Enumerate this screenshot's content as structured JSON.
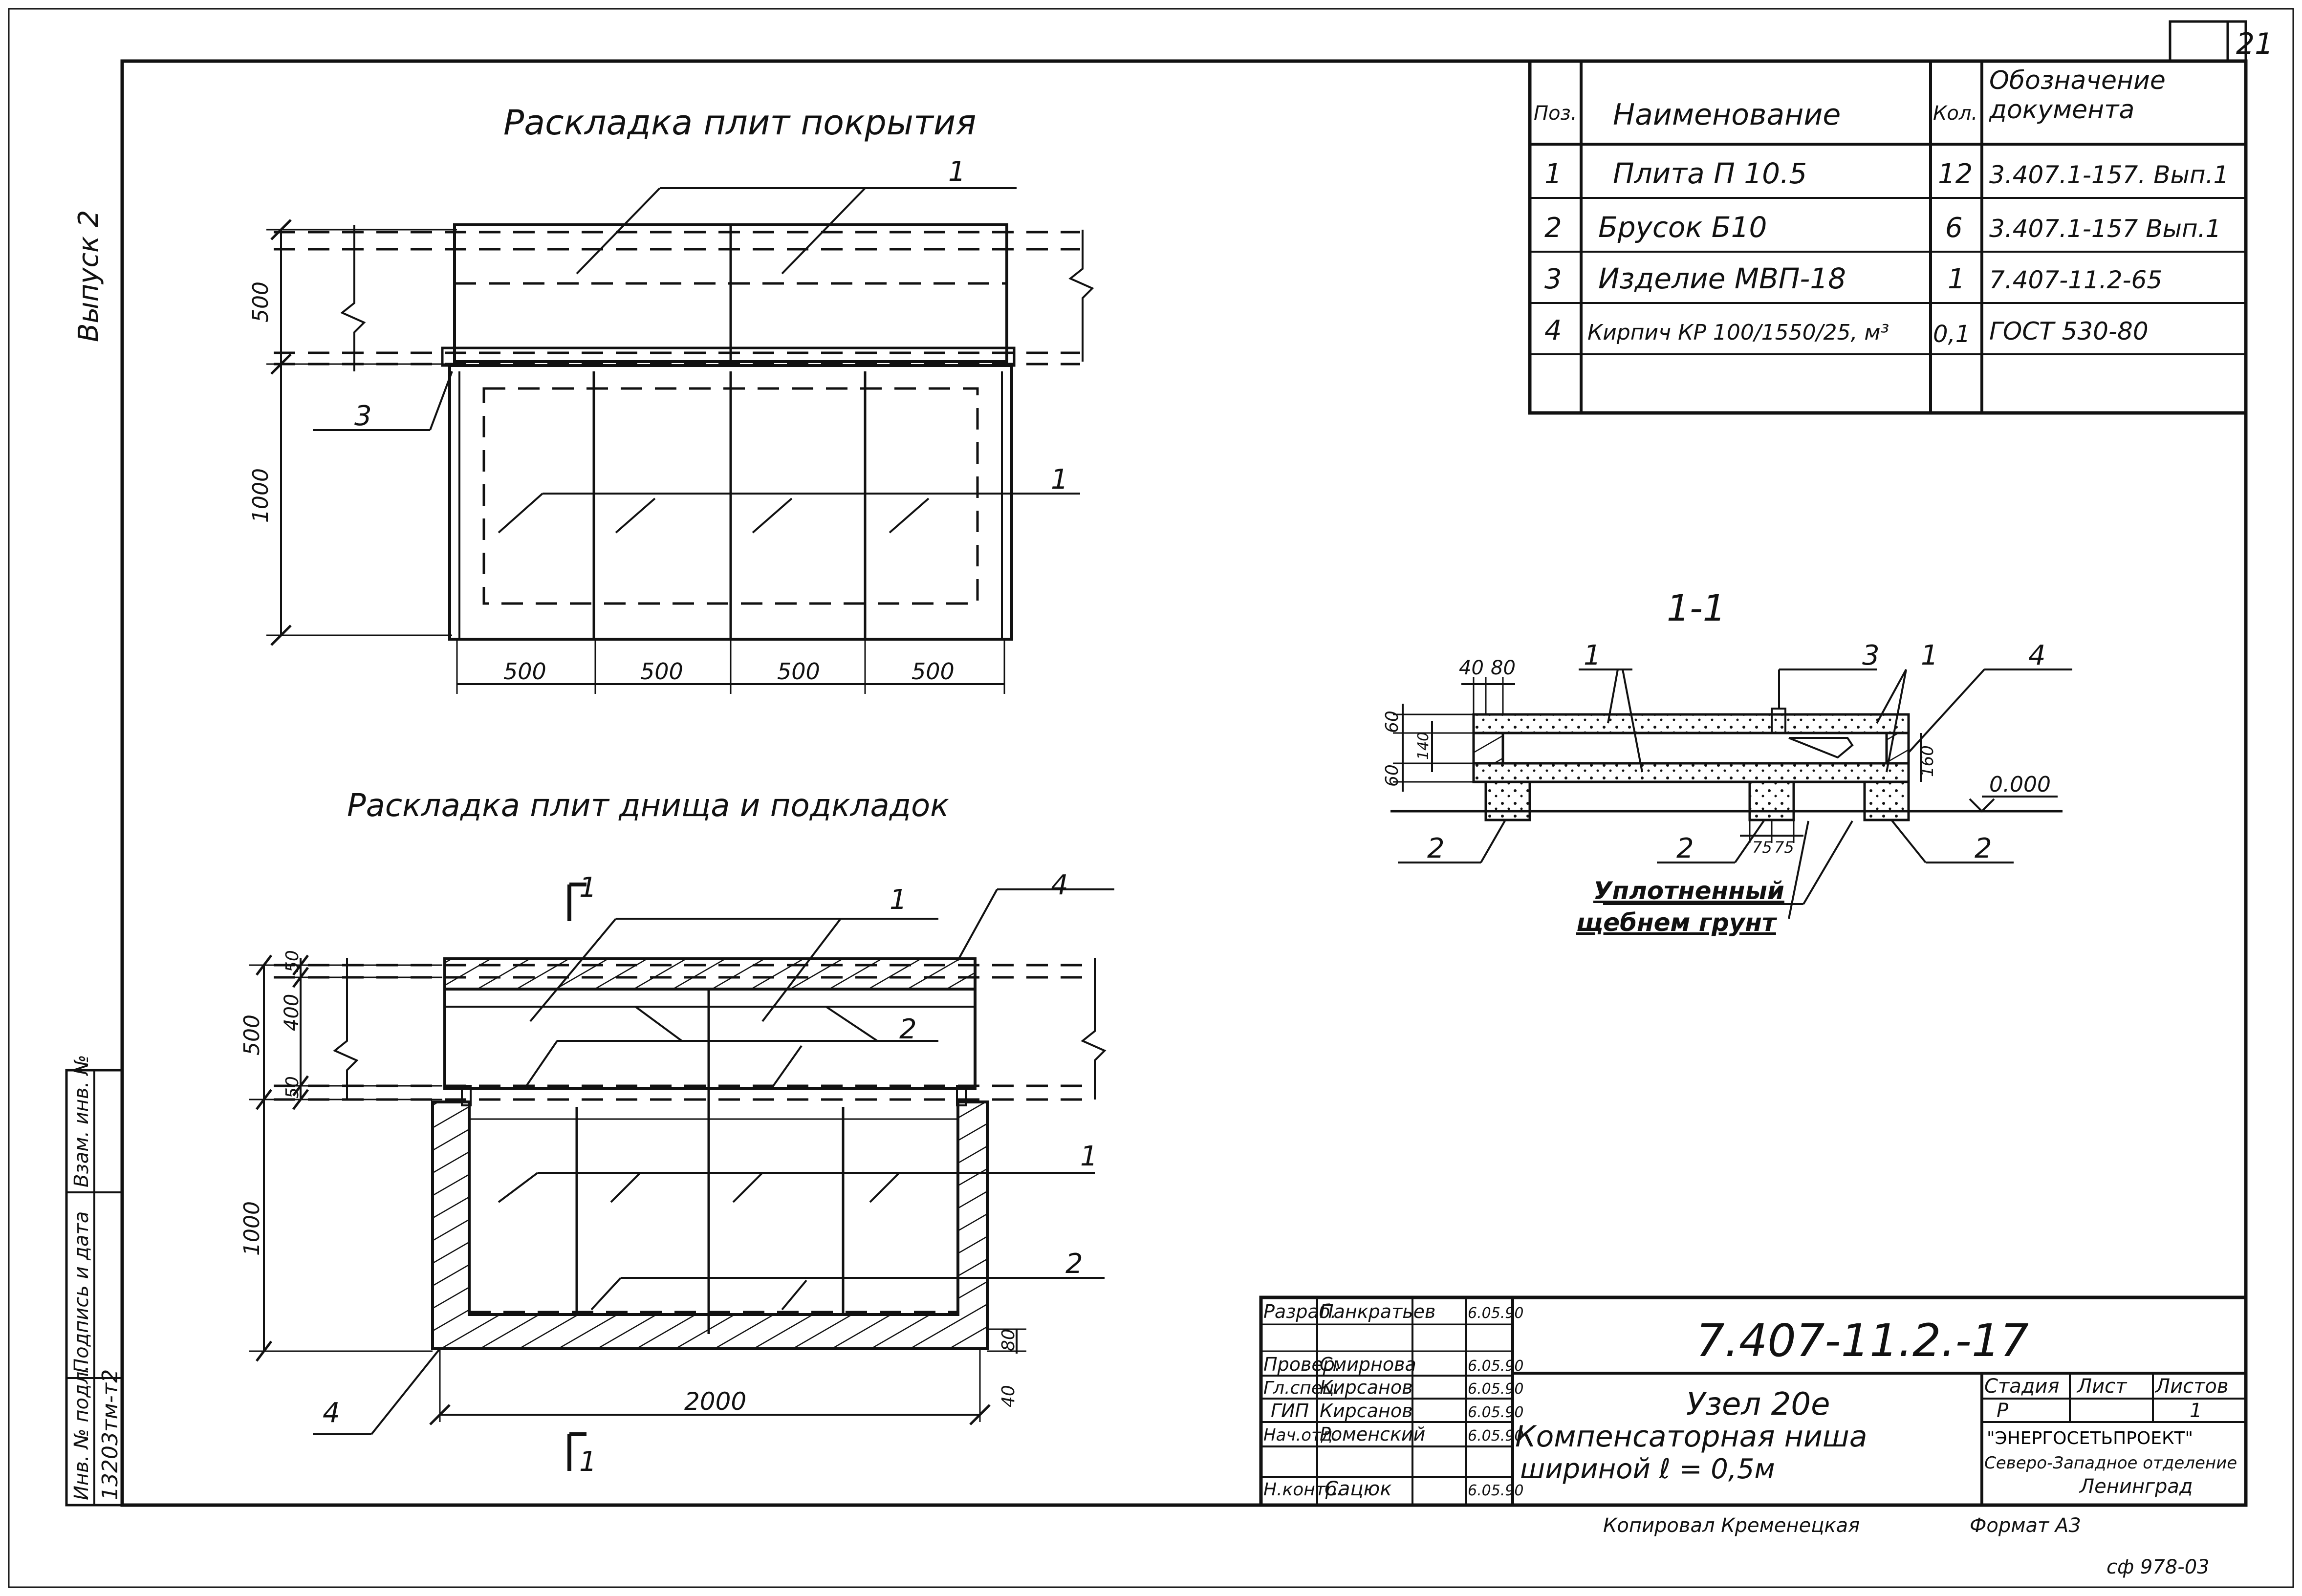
{
  "sheet_number": "21",
  "side_issue_label": "Выпуск 2",
  "plan_top": {
    "title": "Раскладка плит покрытия",
    "dims": {
      "height_upper": "500",
      "height_lower": "1000",
      "widths": [
        "500",
        "500",
        "500",
        "500"
      ]
    },
    "callouts": [
      "1",
      "3",
      "1"
    ]
  },
  "plan_bottom": {
    "title": "Раскладка плит днища и подкладок",
    "dims": {
      "h1": "50",
      "h2": "400",
      "h3": "50",
      "h_total": "500",
      "h_lower": "1000",
      "width": "2000",
      "bottom_1": "80",
      "bottom_2": "40"
    },
    "callouts": [
      "1",
      "4",
      "2",
      "1",
      "2",
      "4"
    ],
    "section_marks": [
      "1",
      "1"
    ]
  },
  "section": {
    "title": "1-1",
    "dims": {
      "d1": "40",
      "d2": "80",
      "v1": "60",
      "v2": "140",
      "v3": "60",
      "v4": "160",
      "b1": "75",
      "b2": "75",
      "level": "0.000"
    },
    "callouts": [
      "1",
      "3",
      "1",
      "4",
      "2",
      "2",
      "2"
    ],
    "note_line1": "Уплотненный",
    "note_line2": "щебнем грунт"
  },
  "spec_table": {
    "headers": [
      "Поз.",
      "Наименование",
      "Кол.",
      "Обозначение документа"
    ],
    "rows": [
      [
        "1",
        "Плита П 10.5",
        "12",
        "3.407.1-157. Вып.1"
      ],
      [
        "2",
        "Брусок Б10",
        "6",
        "3.407.1-157 Вып.1"
      ],
      [
        "3",
        "Изделие МВП-18",
        "1",
        "7.407-11.2-65"
      ],
      [
        "4",
        "Кирпич КР 100/1550/25, м³",
        "0,1",
        "ГОСТ 530-80"
      ],
      [
        "",
        "",
        "",
        ""
      ]
    ]
  },
  "left_strip": {
    "labels": [
      "Инв. № подл.",
      "Подпись и дата",
      "Взам. инв. №"
    ],
    "values": [
      "13203тм-т2",
      "",
      ""
    ]
  },
  "title_block": {
    "designation": "7.407-11.2.-17",
    "name_line1": "Узел 20е",
    "name_line2": "Компенсаторная ниша",
    "name_line3": "шириной  ℓ = 0,5м",
    "signers": [
      {
        "role": "Разраб.",
        "name": "Панкратьев",
        "date": "6.05.90"
      },
      {
        "role": "Провер.",
        "name": "Смирнова",
        "date": "6.05.90"
      },
      {
        "role": "Гл.спец.",
        "name": "Кирсанов",
        "date": "6.05.90"
      },
      {
        "role": "ГИП",
        "name": "Кирсанов",
        "date": "6.05.90"
      },
      {
        "role": "Нач.отд.",
        "name": "Роменский",
        "date": "6.05.90"
      },
      {
        "role": "",
        "name": "",
        "date": ""
      },
      {
        "role": "Н.контр.",
        "name": "Сацюк",
        "date": "6.05.90"
      }
    ],
    "stage_label": "Стадия",
    "sheet_label": "Лист",
    "sheets_label": "Листов",
    "stage": "Р",
    "sheet": "",
    "sheets": "1",
    "org_line1": "\"ЭНЕРГОСЕТЬПРОЕКТ\"",
    "org_line2": "Северо-Западное отделение",
    "org_line3": "Ленинград",
    "copied": "Копировал Кременецкая",
    "format": "Формат А3",
    "archive": "сф 978-03"
  }
}
